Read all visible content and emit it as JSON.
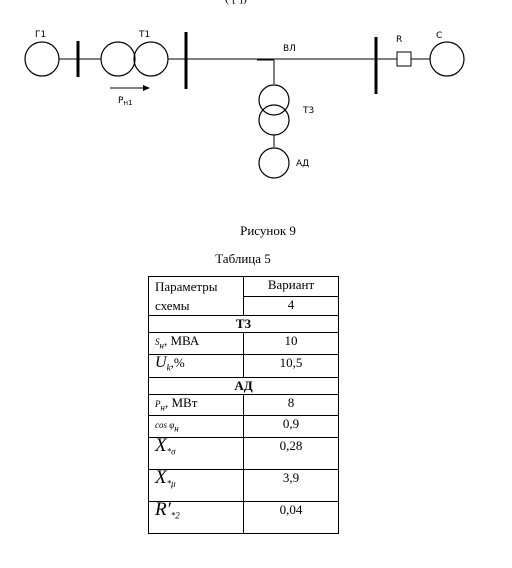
{
  "header_fragment": "(                    [  ])",
  "diagram": {
    "labels": {
      "generator": "Г1",
      "transformer1": "Т1",
      "line": "ВЛ",
      "reactor": "R",
      "system": "С",
      "power_arrow": "P",
      "power_arrow_sub": "н1",
      "transformer3": "Т3",
      "motor": "АД"
    }
  },
  "figure_caption": "Рисунок 9",
  "table_caption": "Таблица 5",
  "table": {
    "header": {
      "param_line1": "Параметры",
      "param_line2": "схемы",
      "variant_label": "Вариант",
      "variant_number": "4"
    },
    "sections": [
      {
        "title": "Т3",
        "rows": [
          {
            "sym": "S",
            "sub": "н",
            "suffix": ", МВА",
            "value": "10"
          },
          {
            "sym": "U",
            "sub": "k",
            "suffix": ",%",
            "value": "10,5"
          }
        ]
      },
      {
        "title": "АД",
        "rows": [
          {
            "sym": "P",
            "sub": "н",
            "suffix": ", МВт",
            "value": "8"
          },
          {
            "sym": "cos φ",
            "sub": "н",
            "suffix": "",
            "value": "0,9"
          },
          {
            "sym": "X",
            "sub": "*σ",
            "suffix": "",
            "value": "0,28"
          },
          {
            "sym": "X",
            "sub": "*μ",
            "suffix": "",
            "value": "3,9"
          },
          {
            "sym": "R′",
            "sub": "*2",
            "suffix": "",
            "value": "0,04"
          }
        ]
      }
    ]
  }
}
